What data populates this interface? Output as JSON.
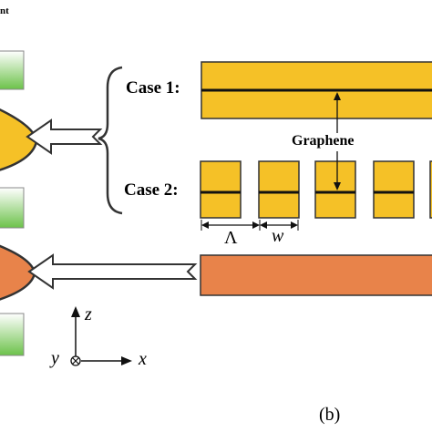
{
  "diagram": {
    "partial_text_top": "nt",
    "case1_label": "Case 1:",
    "case2_label": "Case 2:",
    "graphene_label": "Graphene",
    "period_symbol": "Λ",
    "width_symbol": "w",
    "panel_label": "(b)",
    "axes": {
      "z": "z",
      "y": "y",
      "x": "x"
    },
    "colors": {
      "gold": "#f5c127",
      "orange": "#e8834a",
      "green": "#6cc24a",
      "outline": "#333333"
    }
  }
}
